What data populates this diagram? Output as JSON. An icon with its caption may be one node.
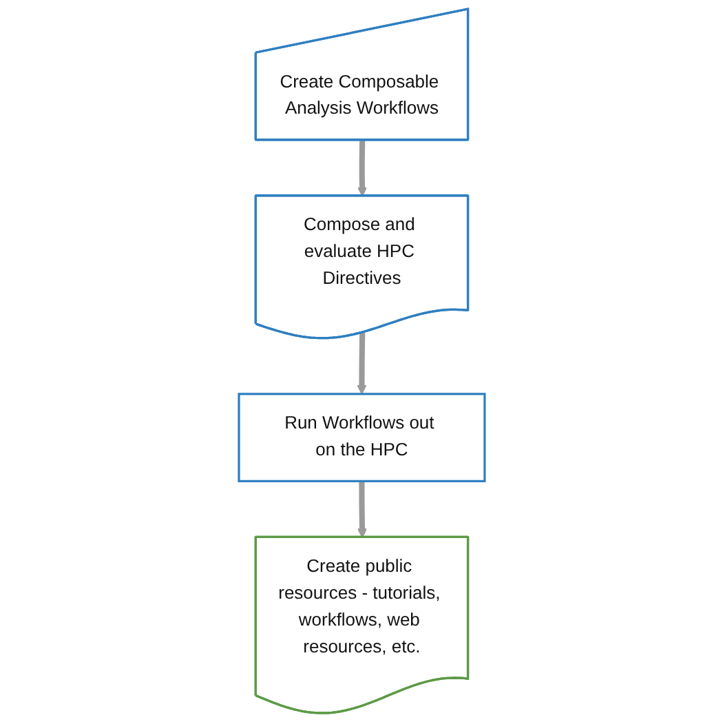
{
  "diagram": {
    "nodes": [
      {
        "text": [
          "Create Composable Analysis Workflows"
        ]
      },
      {
        "text": [
          "Compose and evaluate HPC Directives"
        ]
      },
      {
        "text": [
          "Run Workflows out on the HPC"
        ]
      },
      {
        "text": [
          "Create public resources - tutorials, workflows, web resources, etc."
        ]
      }
    ],
    "edges": [
      {
        "from": 0,
        "to": 1,
        "arrow": "to"
      },
      {
        "from": 1,
        "to": 2,
        "arrow": "to"
      },
      {
        "from": 2,
        "to": 3,
        "arrow": "to"
      }
    ]
  }
}
